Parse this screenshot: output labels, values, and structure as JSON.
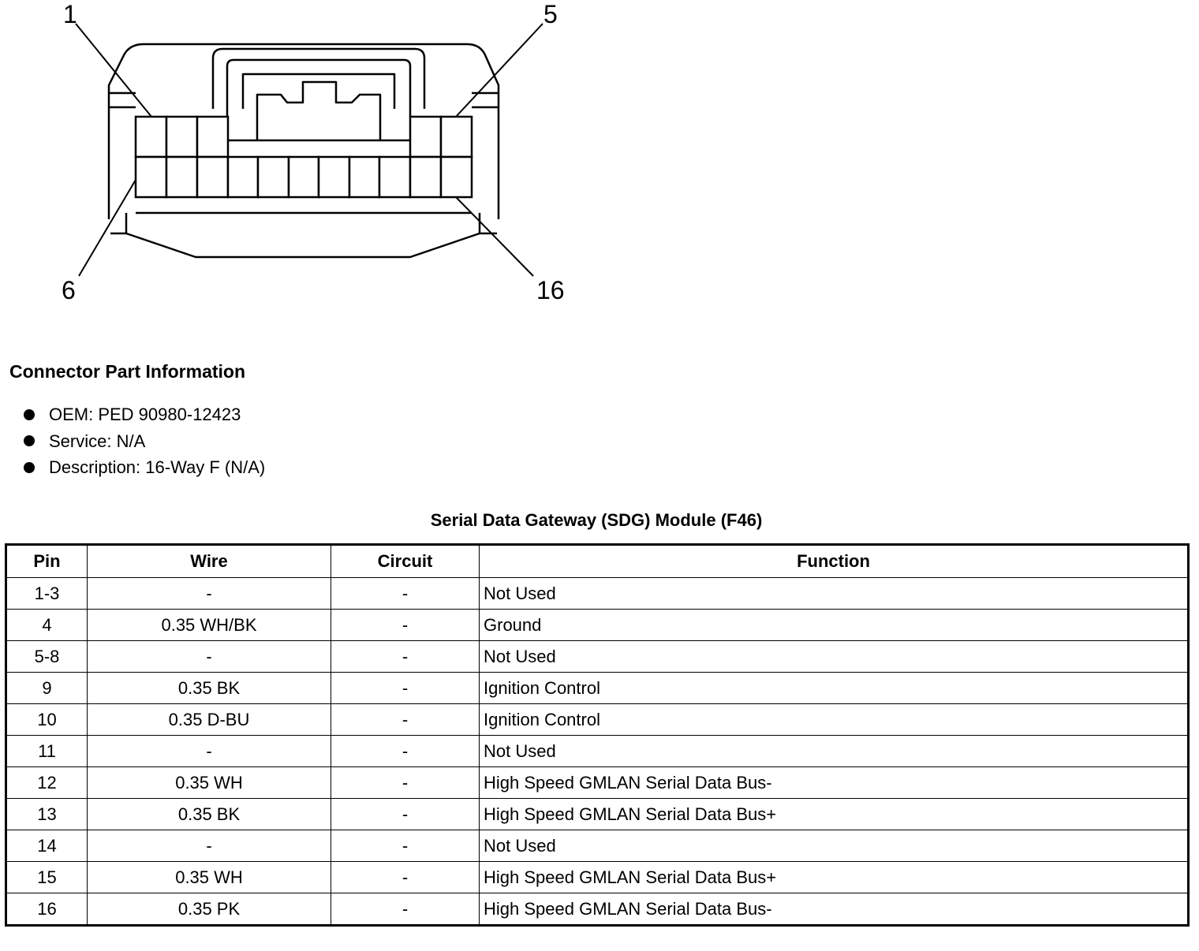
{
  "diagram": {
    "pin_callouts": [
      "1",
      "5",
      "6",
      "16"
    ]
  },
  "connector_part_information": {
    "heading": "Connector Part Information",
    "items": [
      "OEM: PED 90980-12423",
      "Service: N/A",
      "Description: 16-Way F (N/A)"
    ]
  },
  "table": {
    "title": "Serial Data Gateway (SDG) Module (F46)",
    "headers": [
      "Pin",
      "Wire",
      "Circuit",
      "Function"
    ],
    "rows": [
      {
        "pin": "1-3",
        "wire": "-",
        "circuit": "-",
        "function": "Not Used"
      },
      {
        "pin": "4",
        "wire": "0.35 WH/BK",
        "circuit": "-",
        "function": "Ground"
      },
      {
        "pin": "5-8",
        "wire": "-",
        "circuit": "-",
        "function": "Not Used"
      },
      {
        "pin": "9",
        "wire": "0.35 BK",
        "circuit": "-",
        "function": "Ignition Control"
      },
      {
        "pin": "10",
        "wire": "0.35 D-BU",
        "circuit": "-",
        "function": "Ignition Control"
      },
      {
        "pin": "11",
        "wire": "-",
        "circuit": "-",
        "function": "Not Used"
      },
      {
        "pin": "12",
        "wire": "0.35 WH",
        "circuit": "-",
        "function": "High Speed GMLAN Serial Data Bus-"
      },
      {
        "pin": "13",
        "wire": "0.35 BK",
        "circuit": "-",
        "function": "High Speed GMLAN Serial Data Bus+"
      },
      {
        "pin": "14",
        "wire": "-",
        "circuit": "-",
        "function": "Not Used"
      },
      {
        "pin": "15",
        "wire": "0.35 WH",
        "circuit": "-",
        "function": "High Speed GMLAN Serial Data Bus+"
      },
      {
        "pin": "16",
        "wire": "0.35 PK",
        "circuit": "-",
        "function": "High Speed GMLAN Serial Data Bus-"
      }
    ]
  }
}
